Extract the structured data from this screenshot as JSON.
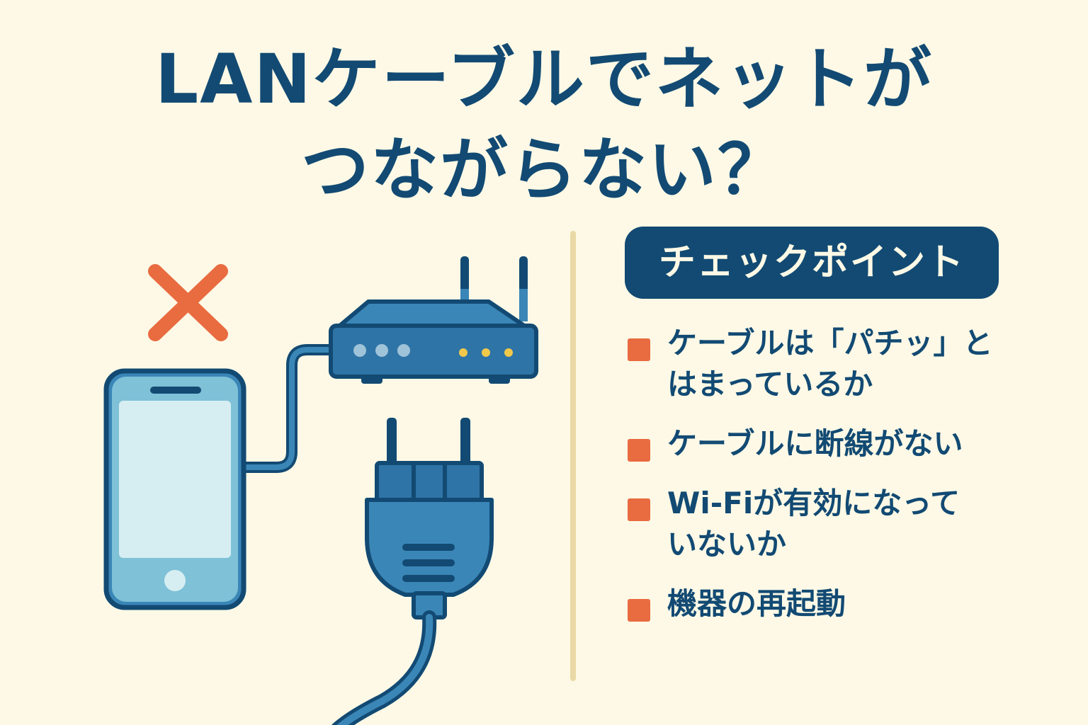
{
  "title": {
    "line1": "LANケーブルでネットが",
    "line2": "つながらない？"
  },
  "checkpoint": {
    "heading": "チェックポイント",
    "items": [
      {
        "lines": [
          "ケーブルは「パチッ」と",
          "はまっているか"
        ]
      },
      {
        "lines": [
          "ケーブルに断線がない"
        ]
      },
      {
        "lines": [
          "Wi-Fiが有効になって",
          "いないか"
        ]
      },
      {
        "lines": [
          "機器の再起動"
        ]
      }
    ]
  },
  "colors": {
    "background": "#fdf9e6",
    "navy": "#124a73",
    "accent": "#e96b40",
    "device_blue": "#3a86b7",
    "screen_light": "#d6eef2",
    "divider": "#ead9a6",
    "led_yellow": "#f2c84b"
  },
  "icons": {
    "error_mark": "x-mark-icon",
    "phone": "smartphone-icon",
    "router": "router-icon",
    "plug": "power-plug-icon"
  }
}
